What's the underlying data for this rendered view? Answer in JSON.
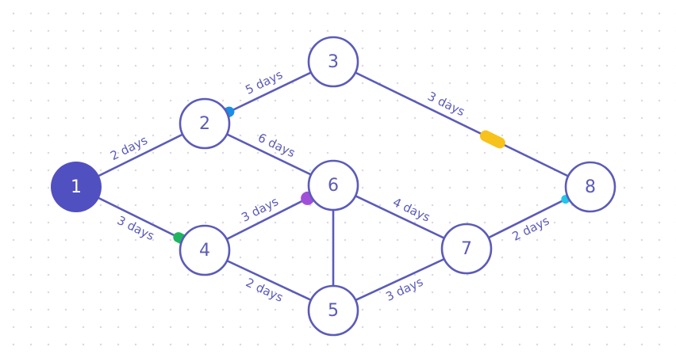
{
  "colors": {
    "primary": "#5b5bb8",
    "start_fill": "#5050c0",
    "node_fill": "#ffffff",
    "blue_marker": "#1a8fe6",
    "yellow_marker": "#f7c21b",
    "green_marker": "#1fb560",
    "purple_marker": "#a050d8",
    "cyan_marker": "#21c6ea"
  },
  "nodes": [
    {
      "id": "1",
      "label": "1",
      "start": true
    },
    {
      "id": "2",
      "label": "2"
    },
    {
      "id": "3",
      "label": "3"
    },
    {
      "id": "4",
      "label": "4"
    },
    {
      "id": "5",
      "label": "5"
    },
    {
      "id": "6",
      "label": "6"
    },
    {
      "id": "7",
      "label": "7"
    },
    {
      "id": "8",
      "label": "8"
    }
  ],
  "edges": [
    {
      "from": "1",
      "to": "2",
      "label": "2 days"
    },
    {
      "from": "1",
      "to": "4",
      "label": "3 days"
    },
    {
      "from": "2",
      "to": "3",
      "label": "5 days"
    },
    {
      "from": "2",
      "to": "6",
      "label": "6 days"
    },
    {
      "from": "3",
      "to": "8",
      "label": "3 days"
    },
    {
      "from": "4",
      "to": "6",
      "label": "3 days"
    },
    {
      "from": "4",
      "to": "5",
      "label": "2 days"
    },
    {
      "from": "6",
      "to": "5",
      "label": ""
    },
    {
      "from": "6",
      "to": "7",
      "label": "4 days"
    },
    {
      "from": "5",
      "to": "7",
      "label": "3 days"
    },
    {
      "from": "7",
      "to": "8",
      "label": "2 days"
    }
  ]
}
